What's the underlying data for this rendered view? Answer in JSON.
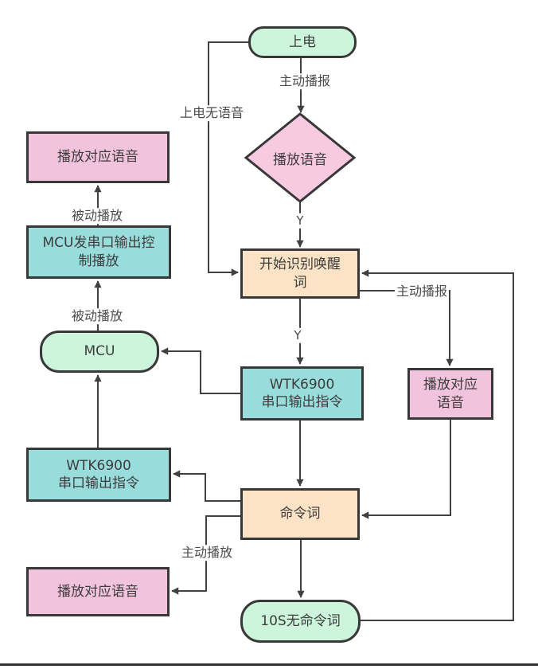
{
  "diagram": {
    "type": "flowchart",
    "background": "#ffffff",
    "colors": {
      "mint": "#ccf5dc",
      "teal": "#99dcdc",
      "pink": "#f2c3dc",
      "diamond_pink": "#f8cae2",
      "orange": "#fce3c5",
      "shape_border": "#383838",
      "connector": "#404040",
      "label_text": "#4b4b4b",
      "divider": "#333333"
    },
    "nodes": {
      "power_on": {
        "label": "上电",
        "shape": "rounded",
        "color": "mint"
      },
      "play_voice_decision": {
        "label": "播放语音",
        "shape": "diamond",
        "color": "diamond_pink"
      },
      "start_wake_word": {
        "label": "开始识别唤醒\n词",
        "shape": "rect",
        "color": "orange"
      },
      "wtk_serial_center": {
        "label": "WTK6900\n串口输出指令",
        "shape": "rect",
        "color": "teal"
      },
      "mcu": {
        "label": "MCU",
        "shape": "rounded",
        "color": "mint"
      },
      "play_voice_top_left": {
        "label": "播放对应语音",
        "shape": "rect",
        "color": "pink"
      },
      "mcu_serial_control": {
        "label": "MCU发串口输出控\n制播放",
        "shape": "rect",
        "color": "teal"
      },
      "wtk_serial_left": {
        "label": "WTK6900\n串口输出指令",
        "shape": "rect",
        "color": "teal"
      },
      "command_word": {
        "label": "命令词",
        "shape": "rect",
        "color": "orange"
      },
      "play_voice_bottom_left": {
        "label": "播放对应语音",
        "shape": "rect",
        "color": "pink"
      },
      "play_voice_right": {
        "label": "播放对应\n语音",
        "shape": "rect",
        "color": "pink"
      },
      "no_command_10s": {
        "label": "10S无命令词",
        "shape": "rounded",
        "color": "mint"
      }
    },
    "edge_labels": {
      "active_broadcast_top": "主动播报",
      "power_on_no_voice": "上电无语音",
      "yes_1": "Y",
      "yes_2": "Y",
      "passive_play_upper": "被动播放",
      "passive_play_lower": "被动播放",
      "active_broadcast_right": "主动播报",
      "active_play_bottom": "主动播放"
    }
  }
}
